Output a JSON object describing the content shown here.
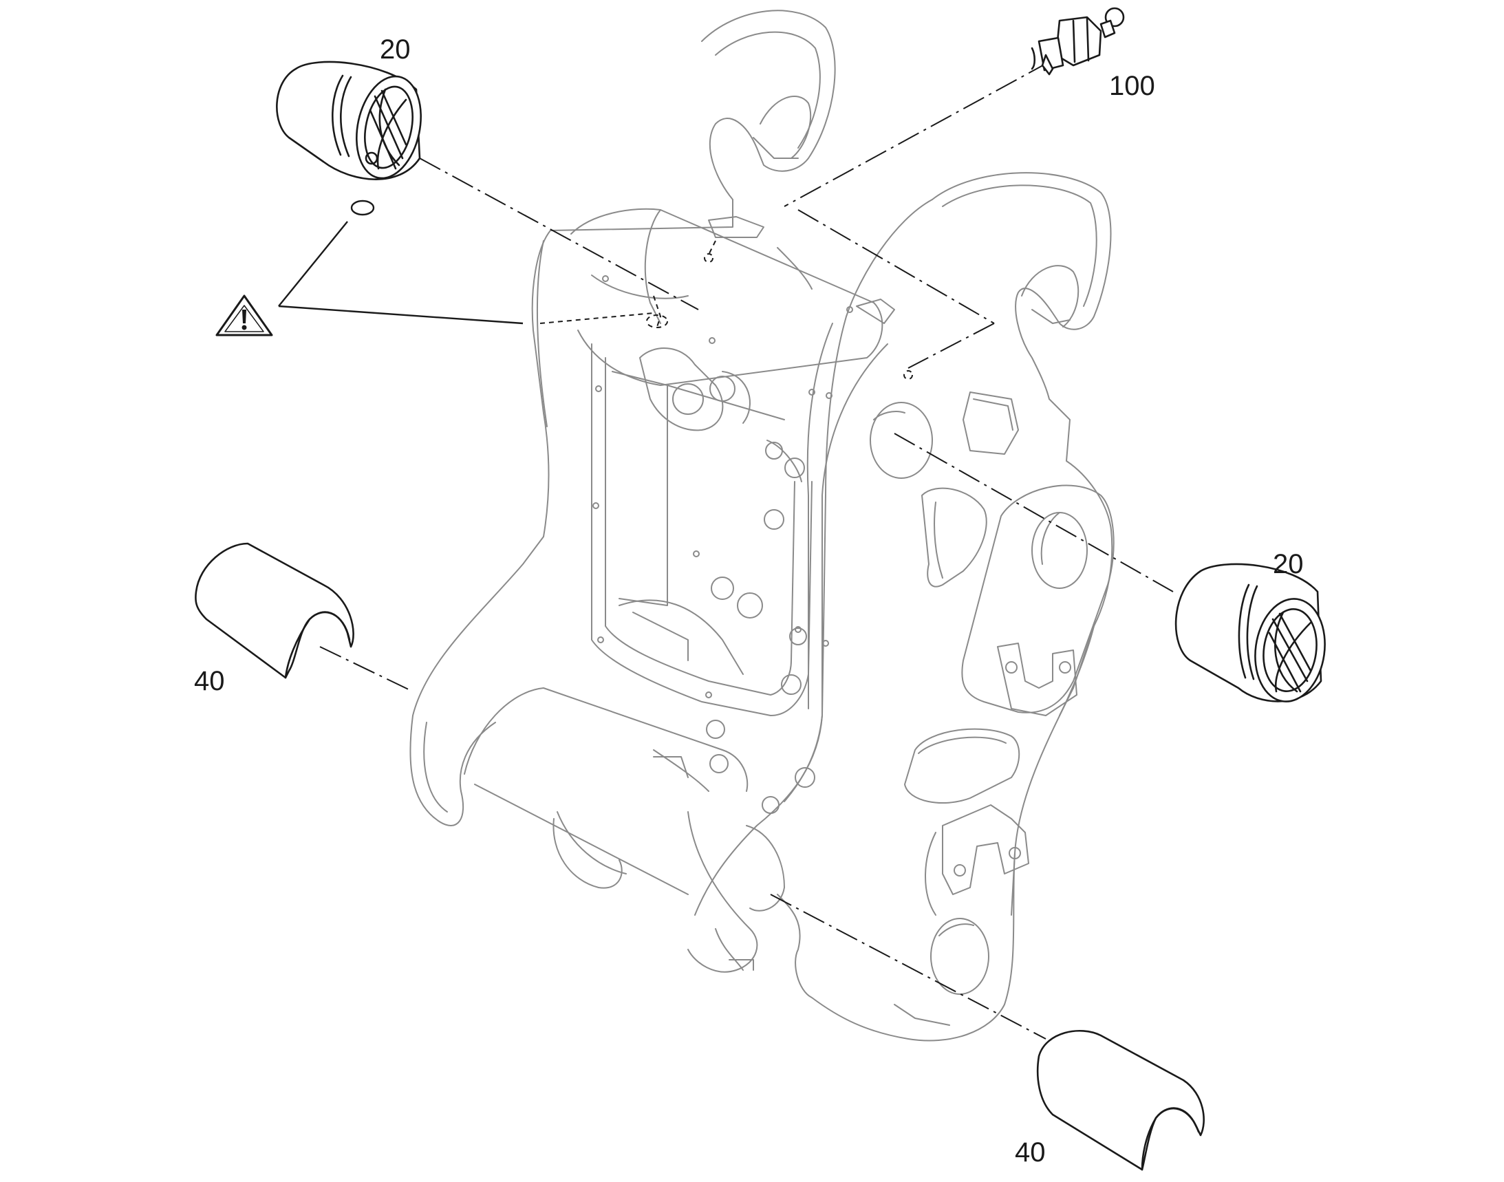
{
  "diagram": {
    "callouts": {
      "bushing_top": "20",
      "bushing_right": "20",
      "grease_nipple": "100",
      "half_shell_left": "40",
      "half_shell_bottom": "40"
    },
    "icons": {
      "warning": "warning-triangle-icon"
    },
    "colors": {
      "line": "#1a1a1a",
      "frame_line": "#8a8a8a",
      "background": "#ffffff"
    }
  }
}
